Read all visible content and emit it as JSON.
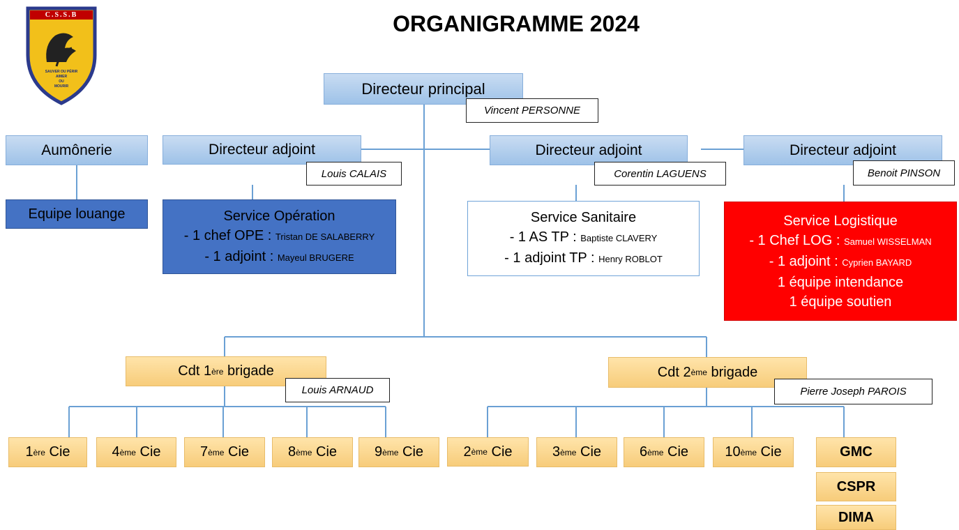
{
  "title": "ORGANIGRAMME 2024",
  "logo": {
    "band_text": "C.S.S.B",
    "motto_lines": [
      "SAUVER OU PÉRIR",
      "AIMER",
      "OU",
      "MOURIR"
    ]
  },
  "director": {
    "title": "Directeur principal",
    "name": "Vincent PERSONNE"
  },
  "aumonerie": {
    "title": "Aumônerie",
    "team": "Equipe louange"
  },
  "adjoints": [
    {
      "title": "Directeur adjoint",
      "name": "Louis CALAIS"
    },
    {
      "title": "Directeur adjoint",
      "name": "Corentin LAGUENS"
    },
    {
      "title": "Directeur adjoint",
      "name": "Benoit PINSON"
    }
  ],
  "services": {
    "operation": {
      "title": "Service Opération",
      "l1_role": "- 1 chef OPE :",
      "l1_name": "Tristan DE SALABERRY",
      "l2_role": "- 1 adjoint :",
      "l2_name": "Mayeul BRUGERE"
    },
    "sanitaire": {
      "title": "Service Sanitaire",
      "l1_role": "- 1 AS TP :",
      "l1_name": "Baptiste CLAVERY",
      "l2_role": "- 1 adjoint TP :",
      "l2_name": "Henry ROBLOT"
    },
    "logistique": {
      "title": "Service Logistique",
      "l1_role": "- 1 Chef LOG :",
      "l1_name": "Samuel WISSELMAN",
      "l2_role": "- 1 adjoint :",
      "l2_name": "Cyprien BAYARD",
      "l3": "1 équipe intendance",
      "l4": "1 équipe soutien"
    }
  },
  "brigades": [
    {
      "prefix": "Cdt 1",
      "sup": "ère",
      "suffix": " brigade",
      "name": "Louis ARNAUD",
      "companies": [
        {
          "num": "1",
          "sup": "ère",
          "label": " Cie"
        },
        {
          "num": "4",
          "sup": "ème",
          "label": " Cie"
        },
        {
          "num": "7",
          "sup": "ème",
          "label": " Cie"
        },
        {
          "num": "8",
          "sup": "ème",
          "label": " Cie"
        },
        {
          "num": "9",
          "sup": "ème",
          "label": " Cie"
        }
      ]
    },
    {
      "prefix": "Cdt 2",
      "sup": "ème",
      "suffix": " brigade",
      "name": "Pierre Joseph PAROIS",
      "companies": [
        {
          "num": "2",
          "sup": "ème",
          "label": " Cie"
        },
        {
          "num": "3",
          "sup": "ème",
          "label": " Cie"
        },
        {
          "num": "6",
          "sup": "ème",
          "label": " Cie"
        },
        {
          "num": "10",
          "sup": "ème",
          "label": " Cie"
        }
      ]
    }
  ],
  "units": [
    "GMC",
    "CSPR",
    "DIMA"
  ]
}
